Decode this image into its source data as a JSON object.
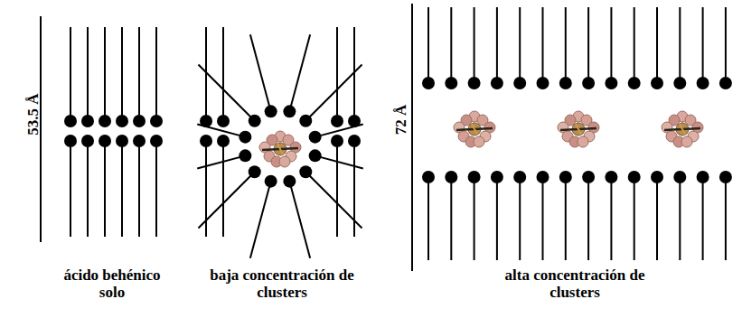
{
  "diagram": {
    "labels": [
      "53.5 Å",
      "ácido behénico solo",
      "baja concentración de clusters",
      "72 Å",
      "alta concentración de clusters"
    ]
  }
}
